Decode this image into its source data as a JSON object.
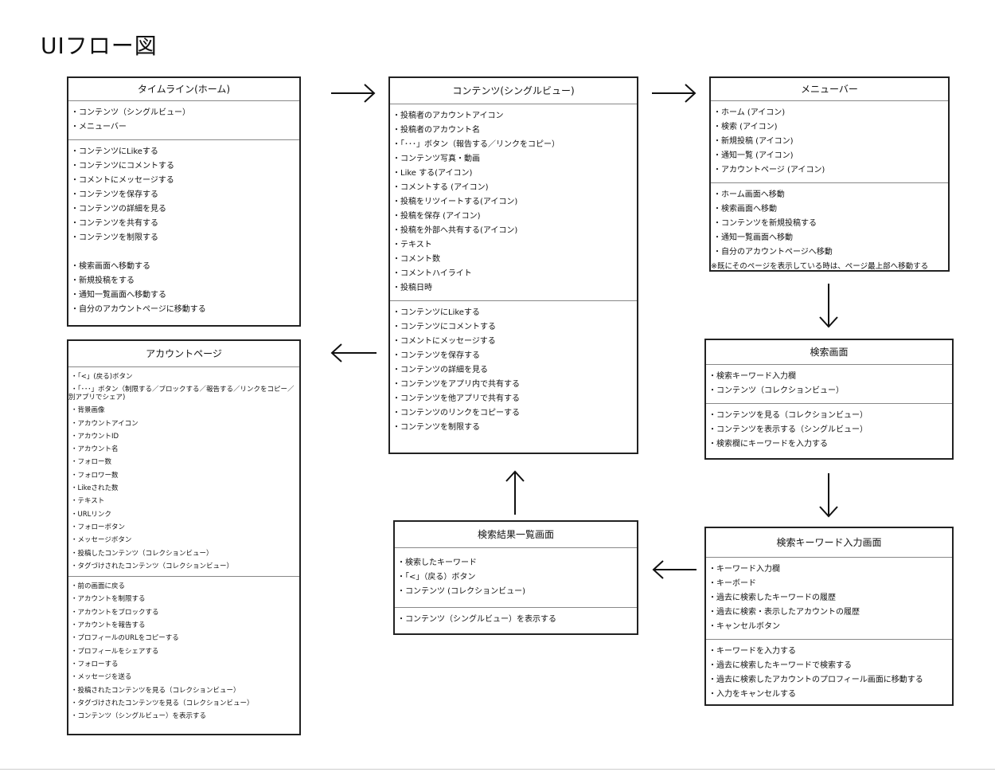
{
  "title": "UIフロー図",
  "boxes": {
    "timeline": {
      "title": "タイムライン(ホーム)",
      "sec1": [
        "コンテンツ（シングルビュー）",
        "メニューバー"
      ],
      "sec2a": [
        "コンテンツにLikeする",
        "コンテンツにコメントする",
        "コメントにメッセージする",
        "コンテンツを保存する",
        "コンテンツの詳細を見る",
        "コンテンツを共有する",
        "コンテンツを制限する"
      ],
      "sec2b": [
        "検索画面へ移動する",
        "新規投稿をする",
        "通知一覧画面へ移動する",
        "自分のアカウントページに移動する"
      ]
    },
    "content": {
      "title": "コンテンツ(シングルビュー)",
      "sec1": [
        "投稿者のアカウントアイコン",
        "投稿者のアカウント名",
        "「･･･」ボタン（報告する／リンクをコピー）",
        "コンテンツ写真・動画",
        "Like する(アイコン)",
        "コメントする (アイコン)",
        "投稿をリツイートする(アイコン)",
        "投稿を保存 (アイコン)",
        "投稿を外部へ共有する(アイコン)",
        "テキスト",
        "コメント数",
        "コメントハイライト",
        "投稿日時"
      ],
      "sec2": [
        "コンテンツにLikeする",
        "コンテンツにコメントする",
        "コメントにメッセージする",
        "コンテンツを保存する",
        "コンテンツの詳細を見る",
        "コンテンツをアプリ内で共有する",
        "コンテンツを他アプリで共有する",
        "コンテンツのリンクをコピーする",
        "コンテンツを制限する"
      ]
    },
    "menubar": {
      "title": "メニューバー",
      "sec1": [
        "ホーム (アイコン)",
        "検索 (アイコン)",
        "新規投稿 (アイコン)",
        "通知一覧 (アイコン)",
        "アカウントページ (アイコン)"
      ],
      "sec2": [
        "ホーム画面へ移動",
        "検索画面へ移動",
        "コンテンツを新規投稿する",
        "通知一覧画面へ移動",
        "自分のアカウントページへ移動"
      ],
      "note": "※既にそのページを表示している時は、ページ最上部へ移動する"
    },
    "search": {
      "title": "検索画面",
      "sec1": [
        "検索キーワード入力欄",
        "コンテンツ（コレクションビュー）"
      ],
      "sec2": [
        "コンテンツを見る（コレクションビュー）",
        "コンテンツを表示する（シングルビュー）",
        "検索欄にキーワードを入力する"
      ]
    },
    "keyword": {
      "title": "検索キーワード入力画面",
      "sec1": [
        "キーワード入力欄",
        "キーボード",
        "過去に検索したキーワードの履歴",
        "過去に検索・表示したアカウントの履歴",
        "キャンセルボタン"
      ],
      "sec2": [
        "キーワードを入力する",
        "過去に検索したキーワードで検索する",
        "過去に検索したアカウントのプロフィール画面に移動する",
        "入力をキャンセルする"
      ]
    },
    "results": {
      "title": "検索結果一覧画面",
      "sec1": [
        "検索したキーワード",
        "「<」（戻る）ボタン",
        "コンテンツ (コレクションビュー)"
      ],
      "sec2": [
        "コンテンツ（シングルビュー）を表示する"
      ]
    },
    "account": {
      "title": "アカウントページ",
      "sec1_first": "「<」(戻る)ボタン",
      "sec1_wrap": "「･･･」ボタン（制限する／ブロックする／報告する／リンクをコピー／別アプリでシェア)",
      "sec1": [
        "背景画像",
        "アカウントアイコン",
        "アカウントID",
        "アカウント名",
        "フォロー数",
        "フォロワー数",
        "Likeされた数",
        "テキスト",
        "URLリンク",
        "フォローボタン",
        "メッセージボタン",
        "投稿したコンテンツ（コレクションビュー）",
        "タグづけされたコンテンツ（コレクションビュー）"
      ],
      "sec2": [
        "前の画面に戻る",
        "アカウントを制限する",
        "アカウントをブロックする",
        "アカウントを報告する",
        "プロフィールのURLをコピーする",
        "プロフィールをシェアする",
        "フォローする",
        "メッセージを送る",
        "投稿されたコンテンツを見る（コレクションビュー）",
        "タグづけされたコンテンツを見る（コレクションビュー）",
        "コンテンツ（シングルビュー）を表示する"
      ]
    }
  }
}
